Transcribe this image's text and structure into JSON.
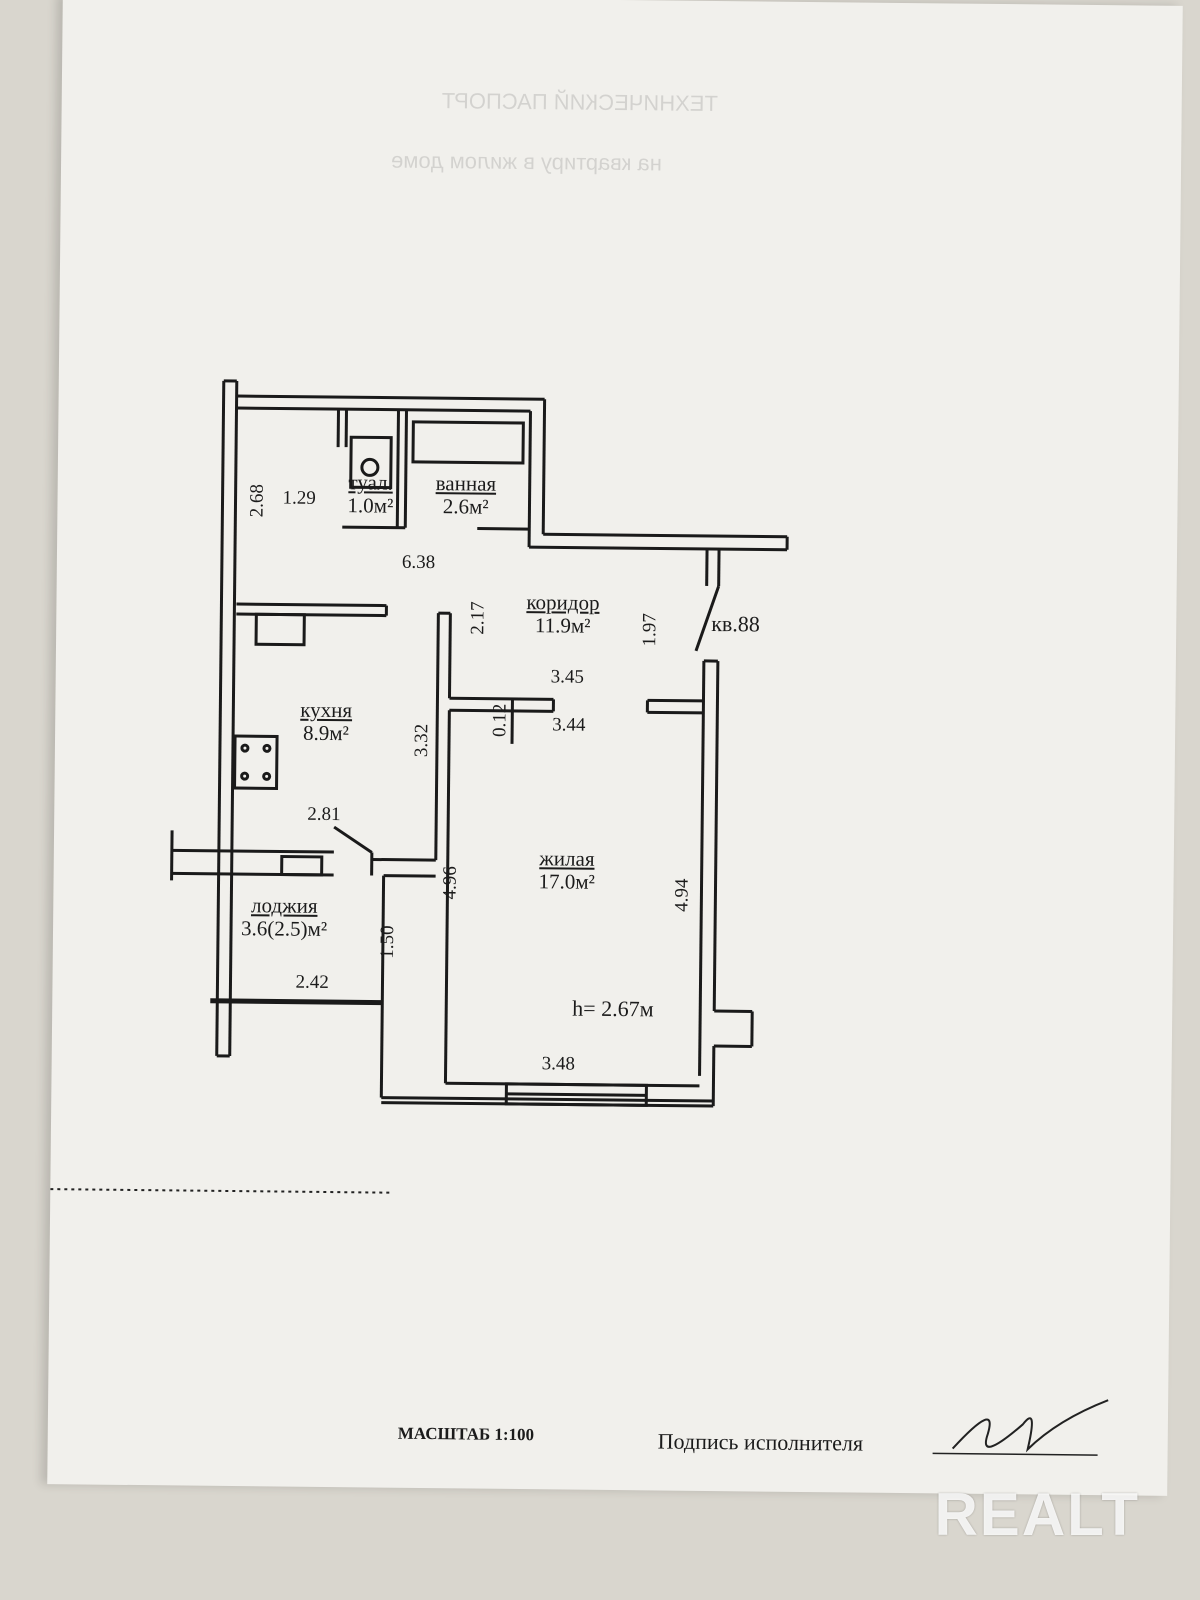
{
  "rooms": {
    "toilet": {
      "name": "туал.",
      "area": "1.0м²"
    },
    "bath": {
      "name": "ванная",
      "area": "2.6м²"
    },
    "corridor": {
      "name": "коридор",
      "area": "11.9м²"
    },
    "kitchen": {
      "name": "кухня",
      "area": "8.9м²"
    },
    "living": {
      "name": "жилая",
      "area": "17.0м²"
    },
    "loggia": {
      "name": "лоджия",
      "area": "3.6(2.5)м²"
    }
  },
  "apartment_label": "кв.88",
  "ceiling_height": "h= 2.67м",
  "dimensions": {
    "d_268": "2.68",
    "d_129": "1.29",
    "d_638": "6.38",
    "d_217": "2.17",
    "d_197": "1.97",
    "d_345": "3.45",
    "d_344": "3.44",
    "d_012": "0.12",
    "d_332": "3.32",
    "d_281": "2.81",
    "d_496": "4.96",
    "d_494": "4.94",
    "d_150": "1.50",
    "d_242": "2.42",
    "d_348": "3.48"
  },
  "footer": {
    "scale": "МАСШТАБ 1:100",
    "signature_label": "Подпись исполнителя"
  },
  "watermark": "REALT"
}
